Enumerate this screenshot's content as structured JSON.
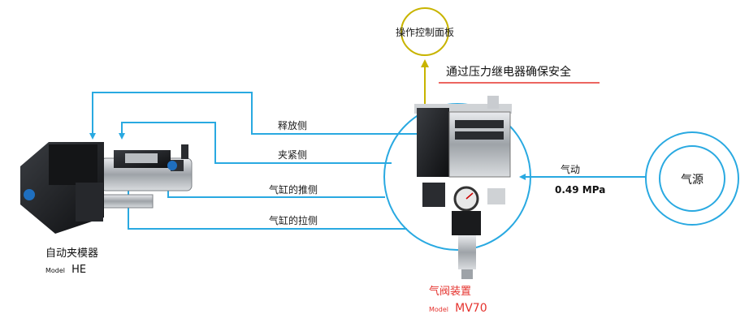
{
  "colors": {
    "flow_line": "#29a9e1",
    "panel_circle": "#c8b400",
    "accent_red": "#e5322d",
    "text": "#1a1a1a"
  },
  "control_panel": {
    "label": "操作控制面板"
  },
  "safety_note": {
    "label": "通过压力继电器确保安全"
  },
  "clamp": {
    "name": "自动夹模器",
    "model_prefix": "Model",
    "model": "HE"
  },
  "valve": {
    "name": "气阀装置",
    "model_prefix": "Model",
    "model": "MV70"
  },
  "air_source": {
    "label": "气源"
  },
  "air_input": {
    "label": "气动",
    "pressure": "0.49 MPa"
  },
  "lines": [
    {
      "label": "释放侧"
    },
    {
      "label": "夹紧侧"
    },
    {
      "label": "气缸的推侧"
    },
    {
      "label": "气缸的拉侧"
    }
  ]
}
